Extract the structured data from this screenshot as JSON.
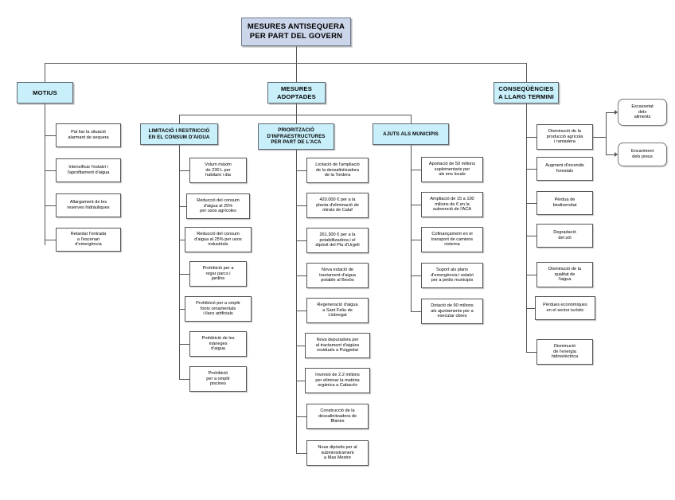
{
  "diagram": {
    "title": "MESURES ANTISEQUERA\nPER PART DEL GOVERN",
    "level2": {
      "motius": "MOTIUS",
      "mesures": "MESURES\nADOPTADES",
      "consequencies": "CONSEQÜÈNCIES\nA LLARG TERMINI"
    },
    "level3": {
      "limitacio": "LIMITACIÓ I RESTRICCIÓ\nEN EL CONSUM D'AIGUA",
      "prioritzacio": "PRIORITZACIÓ\nD'INFRAESTRUCTURES\nPER PART DE L'ACA",
      "ajuts": "AJUTS ALS MUNICIPIS"
    },
    "motius_items": [
      "Pal·liar la situació\nalarmant de sequera",
      "Intensificar l'estalvi i\nl'aprofitament d'aigua",
      "Allargament de les\nreserves hidràuliques",
      "Retardar l'entrada\na l'escenari\nd'emergència"
    ],
    "limitacio_items": [
      "Volum màxim\nde 230 L per\nhabitant i dia",
      "Reducció del consum\nd'aigua al 25%\nper usos agrícoles",
      "Reducció del consum\nd'aigua al 25% per usos\nindustrials",
      "Prohibició per a\nregar parcs i\njardins",
      "Prohibició per a omplir\nfonts ornamentals\ni llacs artificials",
      "Prohibició de les\nmàneges\nd'aigua",
      "Prohibició\nper a omplir\npiscines"
    ],
    "prioritzacio_items": [
      "Licitació de l'ampliació\nde la dessalinitzadora\nde la Tordera",
      "420.000 € per a la\nplanta d'eliminació de\nnitrats de Calaf",
      "261.300 € per a la\npotabilitzadora i el\ndipòsit del Pla d'Urgell",
      "Nova estació de\ntractament d'aigua\npotable al Besòs",
      "Regeneració d'aigua\na Sant Feliu de\nLlobregat",
      "Nova depuradora per\nal tractament d'aigües\nresiduals a Puigpelat",
      "Inversió de 2.2 milions\nper eliminar la matèria\norgànica a Cabacés",
      "Construcció de la\ndessalinitzadora de\nBlanes",
      "Nous dipòsits per al\nsubministrament\na Mas Mestre"
    ],
    "ajuts_items": [
      "Aportació de 50 milions\nsuplementaris per\nals ens locals",
      "Ampliació de 15 a 100\nmilions de € en la\nsubvenció de l'ACA",
      "Cofinançament en el\ntransport de camions\ncisterna",
      "Suport als plans\nd'emergència i estalvi\nper a petits municipis",
      "Dotació de 90 milions\nals ajuntaments per a\nexecutar obres"
    ],
    "consequencies_items": [
      "Disminució de la\nproducció agrícola\ni ramadera",
      "Augment d'incendis\nforestals",
      "Pèrdua de\nbiodiversitat",
      "Degradació\ndel sòl",
      "Disminució de la\nqualitat de\nl'aigua",
      "Pèrdues econòmiques\nen el sector turístic",
      "Disminució\nde l'energia\nhidroelèctrica"
    ],
    "sub_consequencies": [
      "Escassetat\ndels\naliments",
      "Encariment\ndels preus"
    ],
    "colors": {
      "root_fill": "#ccd6ea",
      "level2_fill": "#c9effa",
      "level3_fill": "#c9effa",
      "leaf_fill": "#ffffff",
      "line": "#555555",
      "text": "#000000"
    }
  }
}
